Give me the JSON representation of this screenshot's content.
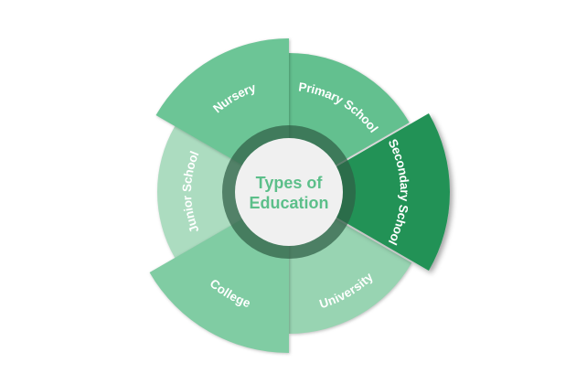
{
  "title_lines": [
    "Types of",
    "Education"
  ],
  "colors": {
    "center_fill": "#f0f0f0",
    "center_text": "#5cbf8a",
    "ring": "#2f5e45"
  },
  "segments": [
    {
      "label": "Nursery",
      "color": "#6cc596",
      "emphasis": "large"
    },
    {
      "label": "Primary School",
      "color": "#63c08f",
      "emphasis": "medium"
    },
    {
      "label": "Secondary School",
      "color": "#239256",
      "emphasis": "highlighted"
    },
    {
      "label": "University",
      "color": "#98d4b2",
      "emphasis": "medium"
    },
    {
      "label": "College",
      "color": "#80cca3",
      "emphasis": "large"
    },
    {
      "label": "Junior School",
      "color": "#acdcc0",
      "emphasis": "small"
    }
  ]
}
